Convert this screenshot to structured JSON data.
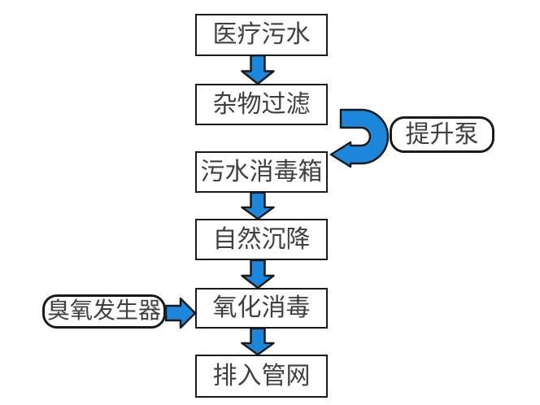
{
  "diagram": {
    "type": "flowchart",
    "steps": [
      {
        "id": "medical-sewage",
        "label": "医疗污水"
      },
      {
        "id": "debris-filtering",
        "label": "杂物过滤"
      },
      {
        "id": "sewage-disinfection-tank",
        "label": "污水消毒箱"
      },
      {
        "id": "natural-sedimentation",
        "label": "自然沉降"
      },
      {
        "id": "oxidation-disinfection",
        "label": "氧化消毒"
      },
      {
        "id": "discharge-to-pipe-network",
        "label": "排入管网"
      }
    ],
    "aux": {
      "lift_pump": {
        "label": "提升泵"
      },
      "ozone_generator": {
        "label": "臭氧发生器"
      }
    },
    "colors": {
      "background": "#ffffff",
      "arrow_fill": "#1E86DB",
      "outline": "#1a1a1a",
      "box_fill": "#ffffff",
      "text": "#3f3f3f"
    }
  }
}
